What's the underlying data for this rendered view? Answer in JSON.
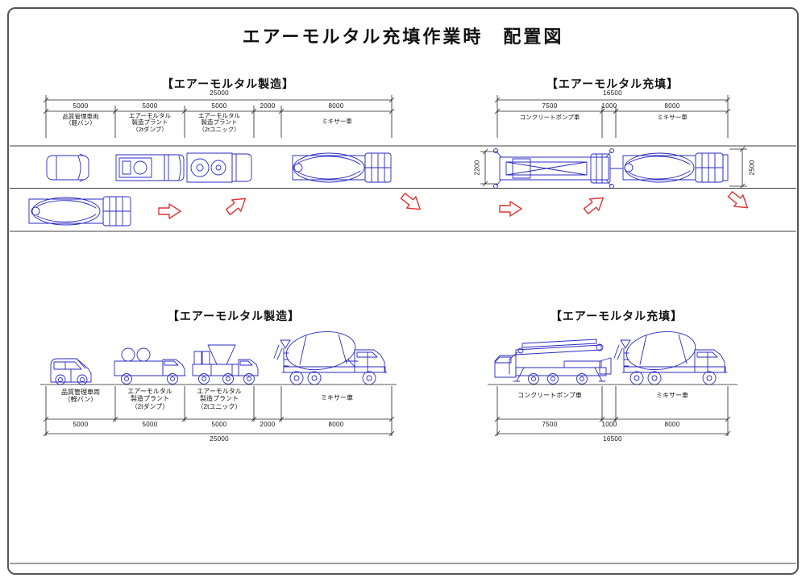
{
  "title": "エアーモルタル充填作業時　配置図",
  "colors": {
    "vehicle_line": "#2a2ac2",
    "arrow": "#e23333",
    "dimension_line": "#222222"
  },
  "plan": {
    "mfg": {
      "heading": "【エアーモルタル製造】",
      "overall": "25000",
      "dims": [
        "5000",
        "5000",
        "5000",
        "2000",
        "8000"
      ],
      "labels": {
        "qc": "品質管理車両\n（軽バン）",
        "dump": "エアーモルタル\n製造プラント\n（2tダンプ）",
        "unic": "エアーモルタル\n製造プラント\n（2tユニック）",
        "mixer": "ミキサー車"
      }
    },
    "fill": {
      "heading": "【エアーモルタル充填】",
      "overall": "16500",
      "dims": [
        "7500",
        "1000",
        "8000"
      ],
      "labels": {
        "pump": "コンクリートポンプ車",
        "mixer": "ミキサー車"
      },
      "heights": {
        "pump": "2200",
        "mixer": "2500"
      }
    }
  },
  "elev": {
    "mfg": {
      "heading": "【エアーモルタル製造】",
      "overall": "25000",
      "dims": [
        "5000",
        "5000",
        "5000",
        "2000",
        "8000"
      ],
      "labels": {
        "qc": "品質管理車両\n（軽バン）",
        "dump": "エアーモルタル\n製造プラント\n（2tダンプ）",
        "unic": "エアーモルタル\n製造プラント\n（2tユニック）",
        "mixer": "ミキサー車"
      }
    },
    "fill": {
      "heading": "【エアーモルタル充填】",
      "overall": "16500",
      "dims": [
        "7500",
        "1000",
        "8000"
      ],
      "labels": {
        "pump": "コンクリートポンプ車",
        "mixer": "ミキサー車"
      }
    }
  }
}
